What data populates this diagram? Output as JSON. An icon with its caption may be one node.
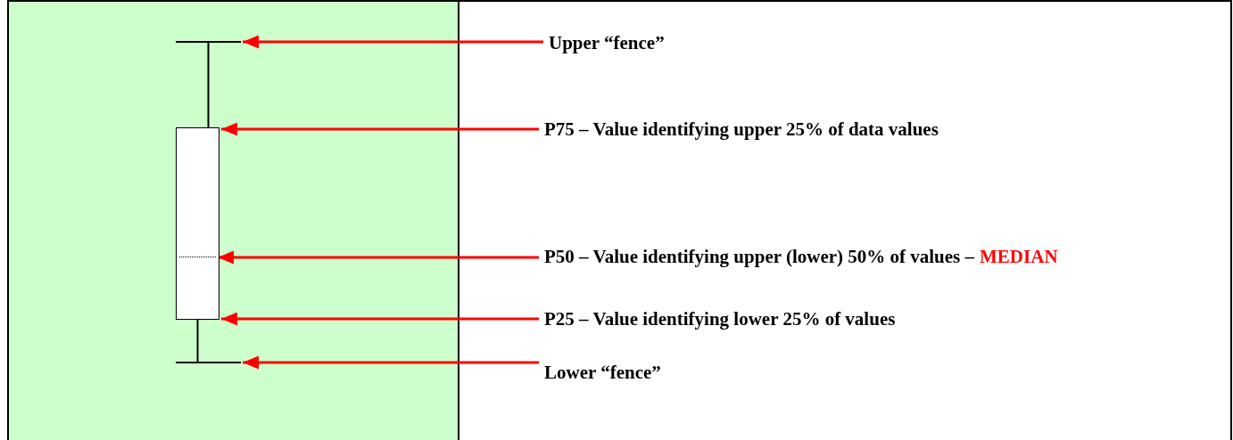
{
  "diagram": {
    "nodes": [
      {
        "text": [
          "Upper “fence”"
        ]
      },
      {
        "text": [
          "P75 – Value identifying upper 25% of data values"
        ]
      },
      {
        "text": [
          "P50 – Value identifying upper (lower) 50% of values –",
          "MEDIAN"
        ]
      },
      {
        "text": [
          "P25 – Value identifying lower 25% of values"
        ]
      },
      {
        "text": [
          "Lower “fence”"
        ]
      },
      {
        "text": [],
        "shape": "bar"
      },
      {
        "text": [],
        "shape": "box"
      },
      {
        "text": [],
        "shape": "bar",
        "in": 6
      },
      {
        "text": [],
        "shape": "bar"
      }
    ],
    "edges": [
      {
        "from": 0,
        "to": 5,
        "arrow": "to"
      },
      {
        "from": 1,
        "to": 6,
        "arrow": "to"
      },
      {
        "from": 2,
        "to": 7,
        "arrow": "to"
      },
      {
        "from": 3,
        "to": 6,
        "arrow": "to"
      },
      {
        "from": 4,
        "to": 8,
        "arrow": "to"
      },
      {
        "from": 5,
        "to": 6,
        "arrow": "none",
        "color": "#000000"
      },
      {
        "from": 6,
        "to": 8,
        "arrow": "none",
        "color": "#000000"
      }
    ]
  }
}
